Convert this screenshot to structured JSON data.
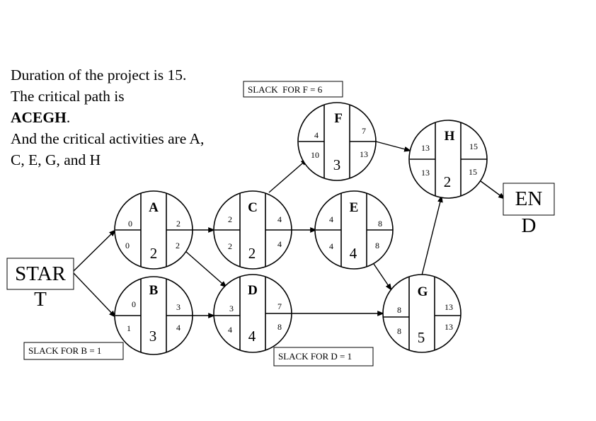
{
  "summary": {
    "duration_text": "Duration of the project is 15.",
    "critical_path_prefix": "The critical path is",
    "critical_path": "ACEGH",
    "critical_path_suffix": ".",
    "critical_activities": "And the critical activities are A, C, E, G, and H"
  },
  "start_label": {
    "line1": "STAR",
    "line2": "T"
  },
  "end_label": {
    "line1": "EN",
    "line2": "D"
  },
  "activities": {
    "A": {
      "name": "A",
      "duration": "2",
      "es": "0",
      "ls": "0",
      "ef": "2",
      "lf": "2"
    },
    "B": {
      "name": "B",
      "duration": "3",
      "es": "0",
      "ls": "1",
      "ef": "3",
      "lf": "4"
    },
    "C": {
      "name": "C",
      "duration": "2",
      "es": "2",
      "ls": "2",
      "ef": "4",
      "lf": "4"
    },
    "D": {
      "name": "D",
      "duration": "4",
      "es": "3",
      "ls": "4",
      "ef": "7",
      "lf": "8"
    },
    "E": {
      "name": "E",
      "duration": "4",
      "es": "4",
      "ls": "4",
      "ef": "8",
      "lf": "8"
    },
    "F": {
      "name": "F",
      "duration": "3",
      "es": "4",
      "ls": "10",
      "ef": "7",
      "lf": "13"
    },
    "G": {
      "name": "G",
      "duration": "5",
      "es": "8",
      "ls": "8",
      "ef": "13",
      "lf": "13"
    },
    "H": {
      "name": "H",
      "duration": "2",
      "es": "13",
      "ls": "13",
      "ef": "15",
      "lf": "15"
    }
  },
  "slack_notes": {
    "F": "SLACK  FOR F = 6",
    "B": "SLACK FOR B = 1",
    "D": "SLACK FOR D = 1"
  }
}
